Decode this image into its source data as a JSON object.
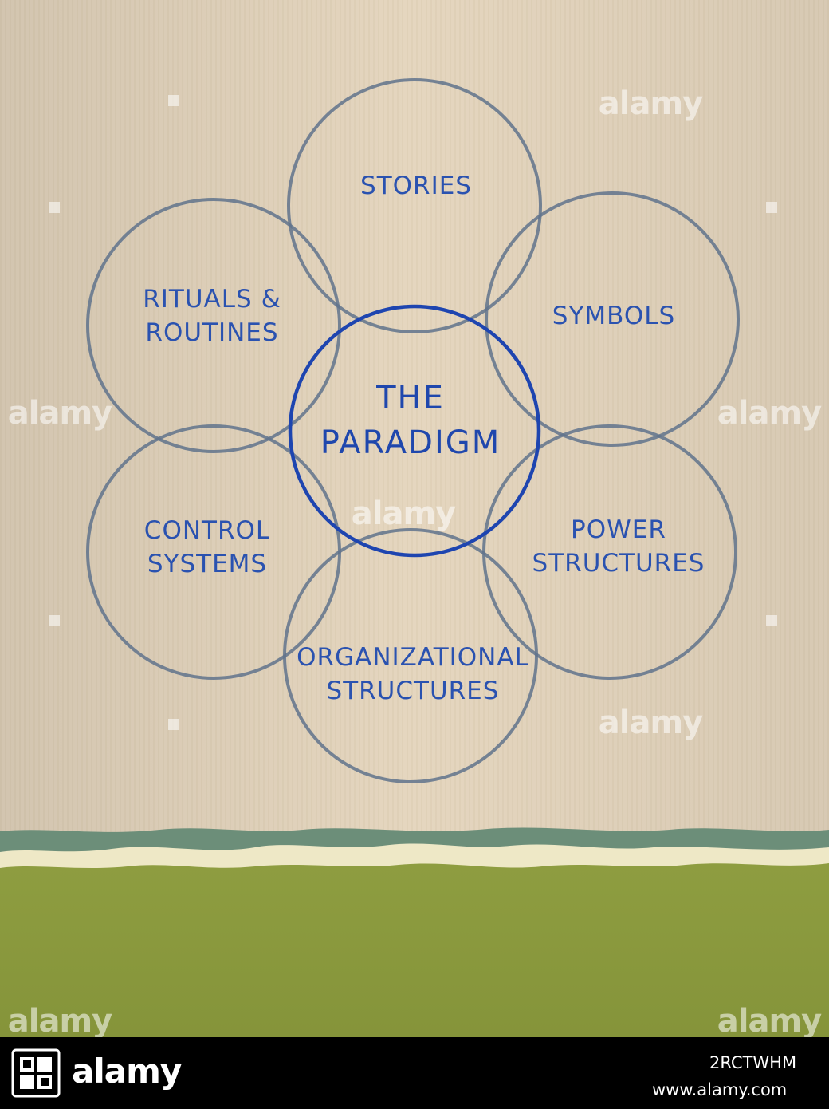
{
  "diagram": {
    "center": {
      "label": "THE\nPARADIGM"
    },
    "nodes": [
      {
        "id": "stories",
        "label": "STORIES"
      },
      {
        "id": "symbols",
        "label": "SYMBOLS"
      },
      {
        "id": "power",
        "label": "POWER\nSTRUCTURES"
      },
      {
        "id": "organizational",
        "label": "ORGANIZATIONAL\nSTRUCTURES"
      },
      {
        "id": "control",
        "label": "CONTROL\nSYSTEMS"
      },
      {
        "id": "rituals",
        "label": "RITUALS &\nROUTINES"
      }
    ],
    "colors": {
      "paper": "#e6d7c0",
      "outer_circle": "#60738c",
      "center_circle": "#1e45b0",
      "ink": "#2a52b0",
      "felt_green": "#8c9b3e",
      "felt_teal": "#6a8d78",
      "felt_cream": "#eee8c8"
    }
  },
  "watermark": {
    "text": "alamy"
  },
  "footer": {
    "brand": "alamy",
    "image_id": "2RCTWHM",
    "url": "www.alamy.com"
  }
}
